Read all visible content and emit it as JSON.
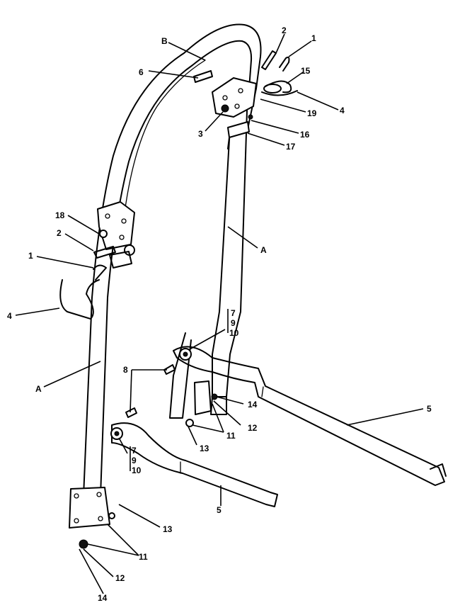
{
  "callouts": {
    "B": "B",
    "A_right": "A",
    "A_left": "A",
    "p1_top": "1",
    "p2_top": "2",
    "p15": "15",
    "p6": "6",
    "p4_top": "4",
    "p19": "19",
    "p3": "3",
    "p16": "16",
    "p17": "17",
    "p18": "18",
    "p2_left": "2",
    "p1_left": "1",
    "p4_left": "4",
    "p7_right": "7",
    "p9_right": "9",
    "p10_right": "10",
    "p8": "8",
    "p14_right": "14",
    "p12_right": "12",
    "p11_right": "11",
    "p13_right": "13",
    "p5_right": "5",
    "p7_left": "7",
    "p9_left": "9",
    "p10_left": "10",
    "p5_left": "5",
    "p13_bottom": "13",
    "p11_bottom": "11",
    "p12_bottom": "12",
    "p14_bottom": "14"
  }
}
